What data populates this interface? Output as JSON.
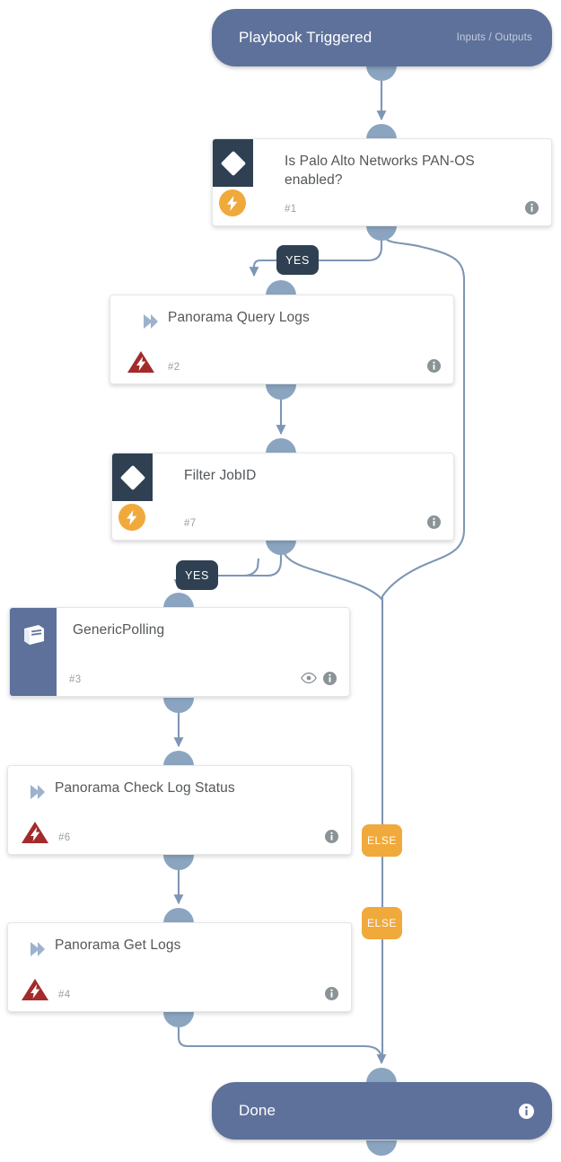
{
  "diagram": {
    "type": "playbook-workflow",
    "colors": {
      "terminal": "#5e719b",
      "condition_icon_bg": "#2f4052",
      "automation_badge": "#f0a93b",
      "warning_badge": "#a32b2b",
      "connector": "#7e96b5",
      "card_bg": "#ffffff",
      "yes_tag": "#2f4052",
      "else_tag": "#f0a93b"
    }
  },
  "start": {
    "title": "Playbook Triggered",
    "right_label": "Inputs / Outputs"
  },
  "end": {
    "title": "Done"
  },
  "nodes": [
    {
      "id": "n1",
      "title": "Is Palo Alto Networks PAN-OS enabled?",
      "number": "#1",
      "kind": "condition",
      "badge": "automation"
    },
    {
      "id": "n2",
      "title": "Panorama Query Logs",
      "number": "#2",
      "kind": "command",
      "badge": "warning"
    },
    {
      "id": "n7",
      "title": "Filter JobID",
      "number": "#7",
      "kind": "condition",
      "badge": "automation"
    },
    {
      "id": "n3",
      "title": "GenericPolling",
      "number": "#3",
      "kind": "sub-playbook",
      "badge": "none"
    },
    {
      "id": "n6",
      "title": "Panorama Check Log Status",
      "number": "#6",
      "kind": "command",
      "badge": "warning"
    },
    {
      "id": "n4",
      "title": "Panorama Get Logs",
      "number": "#4",
      "kind": "command",
      "badge": "warning"
    }
  ],
  "branch_labels": [
    {
      "id": "yes1",
      "text": "YES"
    },
    {
      "id": "yes2",
      "text": "YES"
    },
    {
      "id": "else1",
      "text": "ELSE"
    },
    {
      "id": "else2",
      "text": "ELSE"
    }
  ]
}
